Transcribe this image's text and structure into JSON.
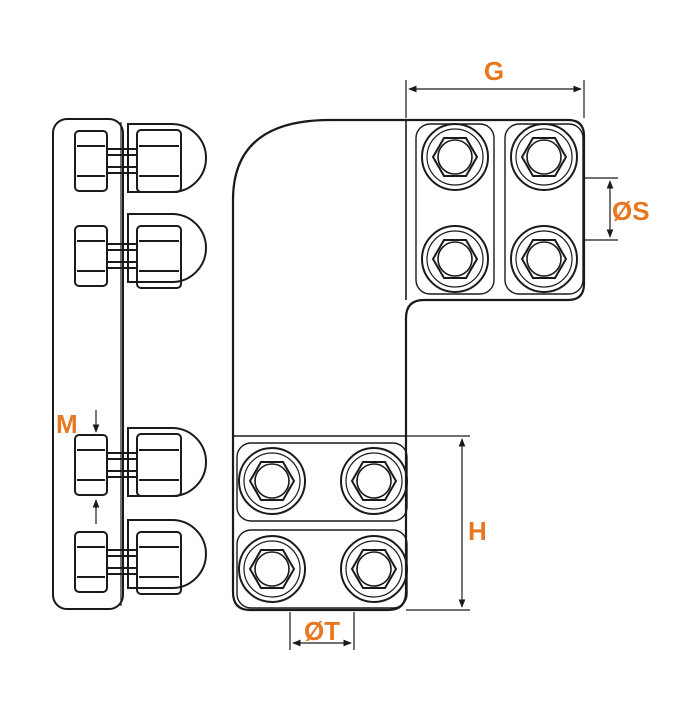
{
  "labels": {
    "G": "G",
    "S": "ØS",
    "M": "M",
    "H": "H",
    "T": "ØT"
  },
  "colors": {
    "line": "#1a1a1a",
    "dimension": "#e87722",
    "background": "#ffffff"
  },
  "icons": {
    "bolt": "hex-bolt-icon",
    "nut": "hex-nut-icon"
  }
}
